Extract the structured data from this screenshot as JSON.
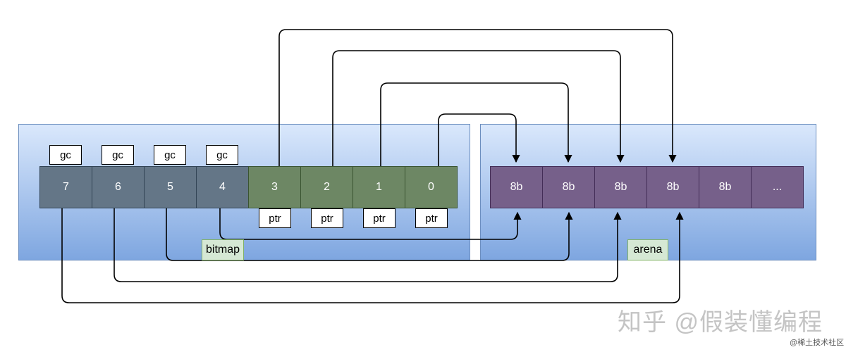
{
  "bitmap": {
    "label": "bitmap",
    "cells": [
      "7",
      "6",
      "5",
      "4",
      "3",
      "2",
      "1",
      "0"
    ],
    "gc_tag": "gc",
    "ptr_tag": "ptr"
  },
  "arena": {
    "label": "arena",
    "cells": [
      "8b",
      "8b",
      "8b",
      "8b",
      "8b",
      "..."
    ]
  },
  "colors": {
    "gc_cell": "#647687",
    "ptr_cell": "#6d8764",
    "arena_cell": "#76608a",
    "label_fill": "#d5e8d4",
    "panel_fill": "#dae8fc"
  },
  "watermark": "知乎 @假装懂编程",
  "source": "@稀土技术社区"
}
